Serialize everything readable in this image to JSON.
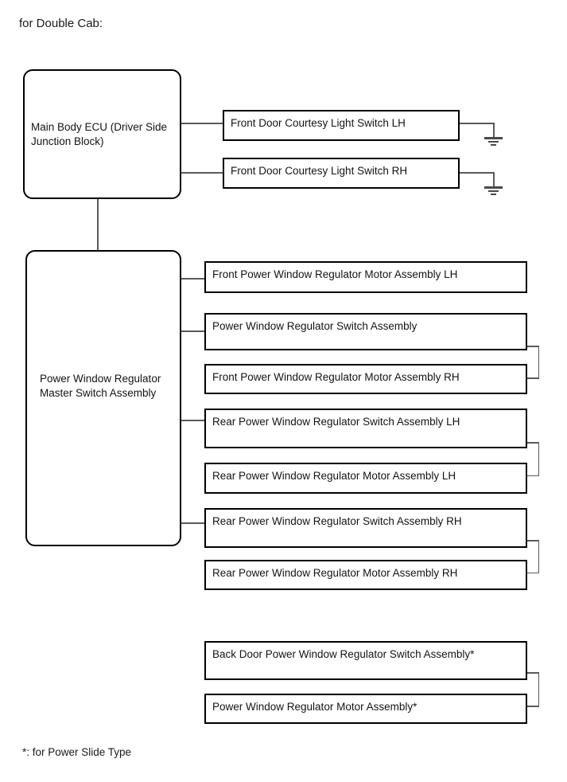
{
  "page": {
    "title": "for Double Cab:",
    "footnote": "*: for Power Slide Type"
  },
  "colors": {
    "background": "#ffffff",
    "box_border": "#000000",
    "wire": "#5a5a5a",
    "text": "#141414"
  },
  "icons": {
    "ground": "earth-ground-symbol"
  },
  "nodes": {
    "ecu": {
      "label": "Main Body ECU (Driver Side Junction Block)"
    },
    "master": {
      "label": "Power Window Regulator Master Switch Assembly"
    },
    "courtesy": [
      {
        "label": "Front Door Courtesy Light Switch LH",
        "ground": true
      },
      {
        "label": "Front Door Courtesy Light Switch RH",
        "ground": true
      }
    ],
    "branches": [
      {
        "label": "Front Power Window Regulator Motor Assembly LH"
      },
      {
        "label": "Power Window Regulator Switch Assembly"
      },
      {
        "label": "Front Power Window Regulator Motor Assembly RH"
      },
      {
        "label": "Rear Power Window Regulator Switch Assembly LH"
      },
      {
        "label": "Rear Power Window Regulator Motor Assembly LH"
      },
      {
        "label": "Rear Power Window Regulator Switch Assembly RH"
      },
      {
        "label": "Rear Power Window Regulator Motor Assembly RH"
      },
      {
        "label": "Back Door Power Window Regulator Switch Assembly*"
      },
      {
        "label": "Power Window Regulator Motor Assembly*"
      }
    ]
  }
}
